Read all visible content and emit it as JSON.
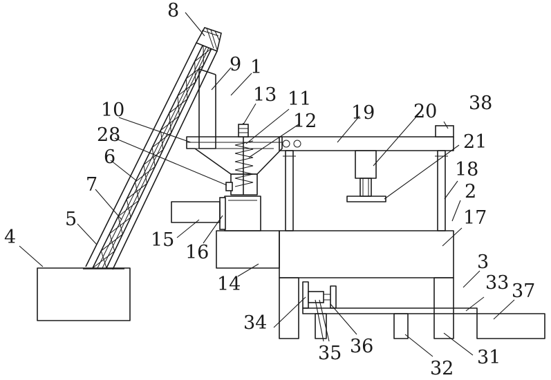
{
  "labels": {
    "n1": "1",
    "n2": "2",
    "n3": "3",
    "n4": "4",
    "n5": "5",
    "n6": "6",
    "n7": "7",
    "n8": "8",
    "n9": "9",
    "n10": "10",
    "n11": "11",
    "n12": "12",
    "n13": "13",
    "n14": "14",
    "n15": "15",
    "n16": "16",
    "n17": "17",
    "n18": "18",
    "n19": "19",
    "n20": "20",
    "n21": "21",
    "n28": "28",
    "n31": "31",
    "n32": "32",
    "n33": "33",
    "n34": "34",
    "n35": "35",
    "n36": "36",
    "n37": "37",
    "n38": "38"
  }
}
